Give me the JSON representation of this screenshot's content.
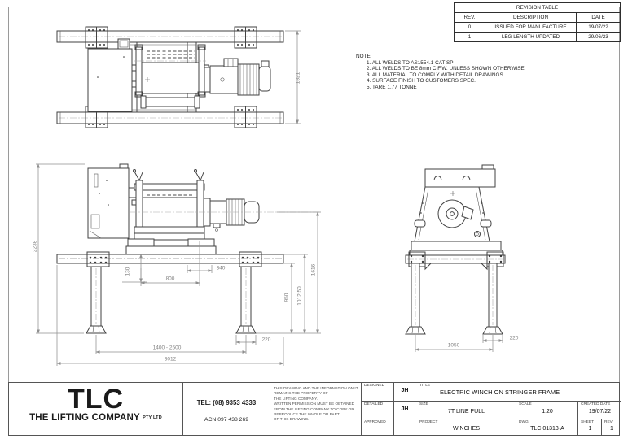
{
  "revision_table": {
    "title": "REVISION TABLE",
    "columns": {
      "rev": "REV.",
      "description": "DESCRIPTION",
      "date": "DATE"
    },
    "rows": [
      {
        "rev": "0",
        "description": "ISSUED FOR MANUFACTURE",
        "date": "19/07/22"
      },
      {
        "rev": "1",
        "description": "LEG LENGTH UPDATED",
        "date": "29/06/23"
      }
    ]
  },
  "notes": {
    "heading": "NOTE:",
    "items": [
      "1. ALL WELDS TO AS1554.1 CAT SP",
      "2. ALL WELDS TO BE 8mm C.F.W. UNLESS SHOWN OTHERWISE",
      "3. ALL MATERIAL TO COMPLY WITH DETAIL DRAWINGS",
      "4. SURFACE FINISH TO CUSTOMERS SPEC.",
      "5. TARE 1.77 TONNE"
    ]
  },
  "dimensions": {
    "plan_frame_width": "1321",
    "front_overall_height": "2238",
    "front_beam_offset": "130",
    "front_drum_width": "800",
    "front_motor_offset": "340",
    "front_leg_clear": "950",
    "front_beam_height": "1012.50",
    "front_centre_height": "1616",
    "front_foot_width": "220",
    "front_leg_span": "1400 - 2500",
    "front_overall_width": "3012",
    "side_leg_span": "1050",
    "side_foot_width": "220"
  },
  "company": {
    "logo": "TLC",
    "name": "THE LIFTING COMPANY",
    "name_suffix": "PTY LTD",
    "tel": "TEL: (08) 9353 4333",
    "acn": "ACN 097 438 269",
    "disclaimer": "THIS DRAWING AND THE INFORMATION ON IT\nREMAINS THE PROPERTY OF\nTHE LIFTING COMPANY.\nWRITTEN PERMISSION MUST BE OBTAINED\nFROM THE LIFTING COMPANY TO COPY OR\nREPRODUCE THE WHOLE OR PART\nOF THIS DRAWING."
  },
  "title_block": {
    "designed": {
      "label": "DESIGNED",
      "value": "JH"
    },
    "detailed": {
      "label": "DETAILED",
      "value": "JH"
    },
    "approved": {
      "label": "APPROVED",
      "value": ""
    },
    "title": {
      "label": "TITLE",
      "value": "ELECTRIC WINCH ON STRINGER FRAME"
    },
    "size": {
      "label": "SIZE",
      "value": "7T LINE PULL"
    },
    "scale": {
      "label": "SCALE",
      "value": "1:20"
    },
    "created": {
      "label": "CREATED DATE",
      "value": "19/07/22"
    },
    "project": {
      "label": "PROJECT",
      "value": "WINCHES"
    },
    "dwg": {
      "label": "DWG",
      "value": "TLC 01313-A"
    },
    "sheet": {
      "label": "SHEET",
      "value": "1"
    },
    "rev": {
      "label": "REV",
      "value": "1"
    }
  }
}
